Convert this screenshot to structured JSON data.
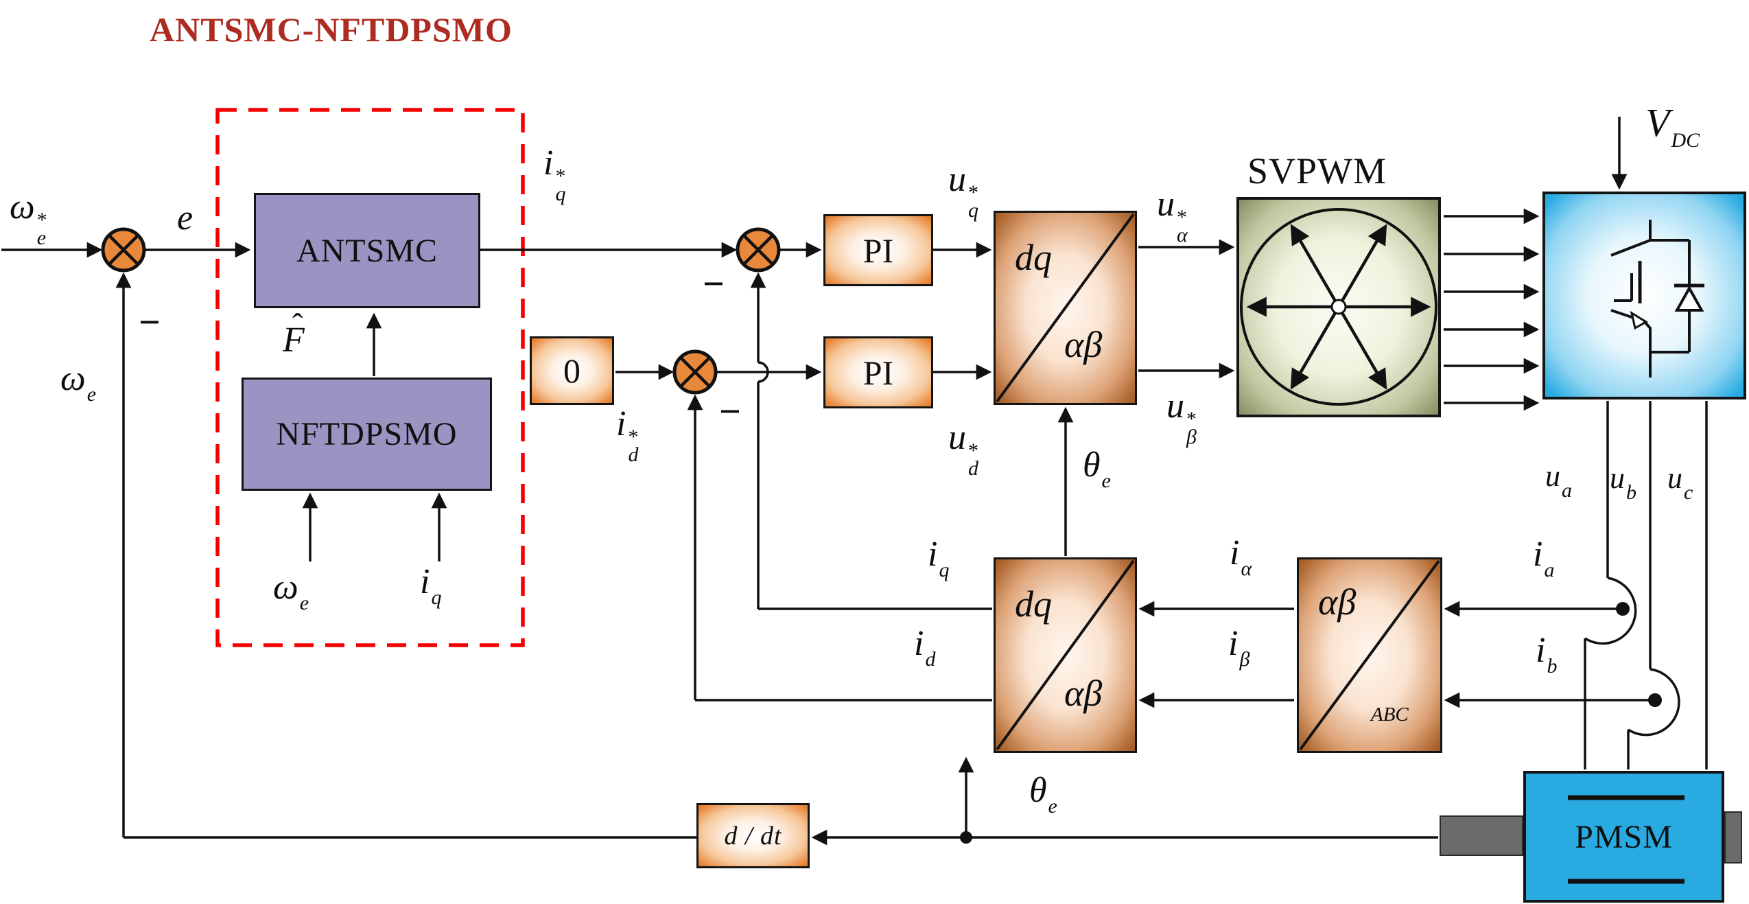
{
  "title": {
    "text": "ANTSMC-NFTDPSMO"
  },
  "colors": {
    "accent_red": "#F40000",
    "title_red": "#AD2B21",
    "junction_orange": "#E8883B",
    "block_purple": "#9D93C2",
    "motor_cyan": "#29ABE2"
  },
  "blocks": {
    "antsmc": {
      "label": "ANTSMC"
    },
    "nftdpsmo": {
      "label": "NFTDPSMO"
    },
    "zero_ref": {
      "label": "0"
    },
    "pi_q": {
      "label": "PI"
    },
    "pi_d": {
      "label": "PI"
    },
    "dq_ab_voltage": {
      "numerator": "dq",
      "denominator": "αβ"
    },
    "svpwm": {
      "label": "SVPWM"
    },
    "dq_ab_current": {
      "numerator": "dq",
      "denominator": "αβ"
    },
    "ab_abc": {
      "numerator": "αβ",
      "denominator": "ABC"
    },
    "pmsm": {
      "label": "PMSM"
    },
    "ddt": {
      "label": "d / dt"
    }
  },
  "signals": {
    "omega_e_ref": {
      "base": "ω",
      "sup": "*",
      "sub": "e"
    },
    "error_e": {
      "base": "e"
    },
    "f_hat": {
      "hat": "ˆ",
      "base": "F"
    },
    "omega_e_obs_in": {
      "base": "ω",
      "sub": "e"
    },
    "i_q_obs_in": {
      "base": "i",
      "sub": "q"
    },
    "i_q_ref": {
      "base": "i",
      "sup": "*",
      "sub": "q"
    },
    "i_d_ref": {
      "base": "i",
      "sup": "*",
      "sub": "d"
    },
    "u_q_ref": {
      "base": "u",
      "sup": "*",
      "sub": "q"
    },
    "u_d_ref": {
      "base": "u",
      "sup": "*",
      "sub": "d"
    },
    "u_alpha_ref": {
      "base": "u",
      "sup": "*",
      "sub": "α"
    },
    "u_beta_ref": {
      "base": "u",
      "sup": "*",
      "sub": "β"
    },
    "v_dc": {
      "base": "V",
      "sub": "DC"
    },
    "u_a": {
      "base": "u",
      "sub": "a"
    },
    "u_b": {
      "base": "u",
      "sub": "b"
    },
    "u_c": {
      "base": "u",
      "sub": "c"
    },
    "i_a": {
      "base": "i",
      "sub": "a"
    },
    "i_b": {
      "base": "i",
      "sub": "b"
    },
    "i_alpha": {
      "base": "i",
      "sub": "α"
    },
    "i_beta": {
      "base": "i",
      "sub": "β"
    },
    "i_q_fb": {
      "base": "i",
      "sub": "q"
    },
    "i_d_fb": {
      "base": "i",
      "sub": "d"
    },
    "theta_e_upper": {
      "base": "θ",
      "sub": "e"
    },
    "theta_e_lower": {
      "base": "θ",
      "sub": "e"
    },
    "omega_e_fb": {
      "base": "ω",
      "sub": "e"
    },
    "minus": "−"
  }
}
